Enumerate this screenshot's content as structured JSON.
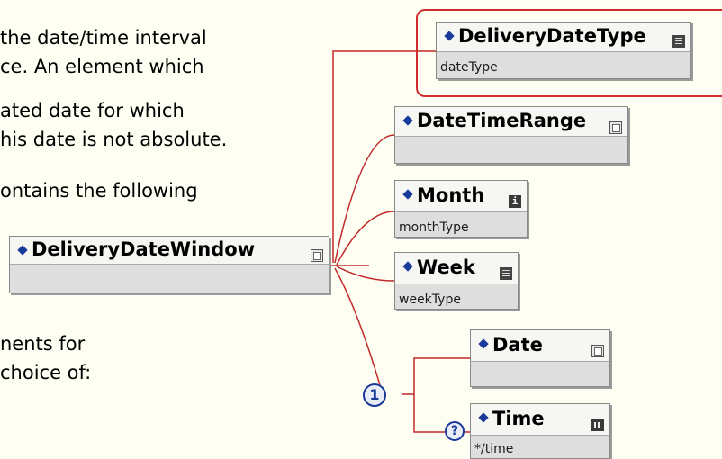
{
  "description": {
    "lines": [
      "the date/time interval",
      "ce. An element which",
      "ated date for which",
      "his date is not absolute.",
      "ontains the following",
      "nents for",
      "choice of:"
    ]
  },
  "diagram": {
    "root": {
      "name": "DeliveryDateWindow",
      "badge": "complex-icon"
    },
    "children": [
      {
        "name": "DeliveryDateType",
        "type": "dateType",
        "badge": "simple-type-icon",
        "highlighted": true
      },
      {
        "name": "DateTimeRange",
        "type": "",
        "badge": "complex-icon"
      },
      {
        "name": "Month",
        "type": "monthType",
        "badge": "info-icon",
        "badge_text": "i"
      },
      {
        "name": "Week",
        "type": "weekType",
        "badge": "simple-type-icon"
      }
    ],
    "choice": {
      "count_label": "1",
      "items": [
        {
          "name": "Date",
          "type": "",
          "badge": "complex-icon",
          "optional": false
        },
        {
          "name": "Time",
          "type": "*/time",
          "badge": "time-icon",
          "optional": true,
          "optional_label": "?"
        }
      ]
    }
  },
  "colors": {
    "connector": "#c0282a",
    "highlight_border": "#cf2d2d",
    "accent_diamond": "#1a3a9a",
    "background": "#fefef2"
  }
}
